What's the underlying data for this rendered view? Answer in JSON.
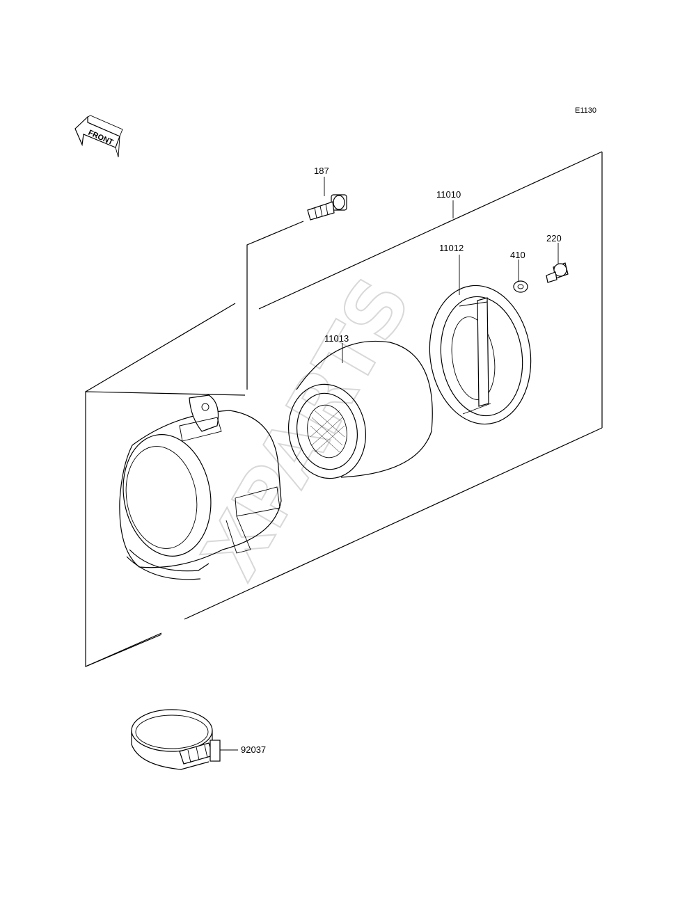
{
  "diagram_code": "E1130",
  "front_marker": "FRONT",
  "watermark": "XPARTS",
  "parts": {
    "bolt": "187",
    "assembly": "11010",
    "cover": "11012",
    "washer": "410",
    "screw": "220",
    "element": "11013",
    "clamp": "92037"
  }
}
